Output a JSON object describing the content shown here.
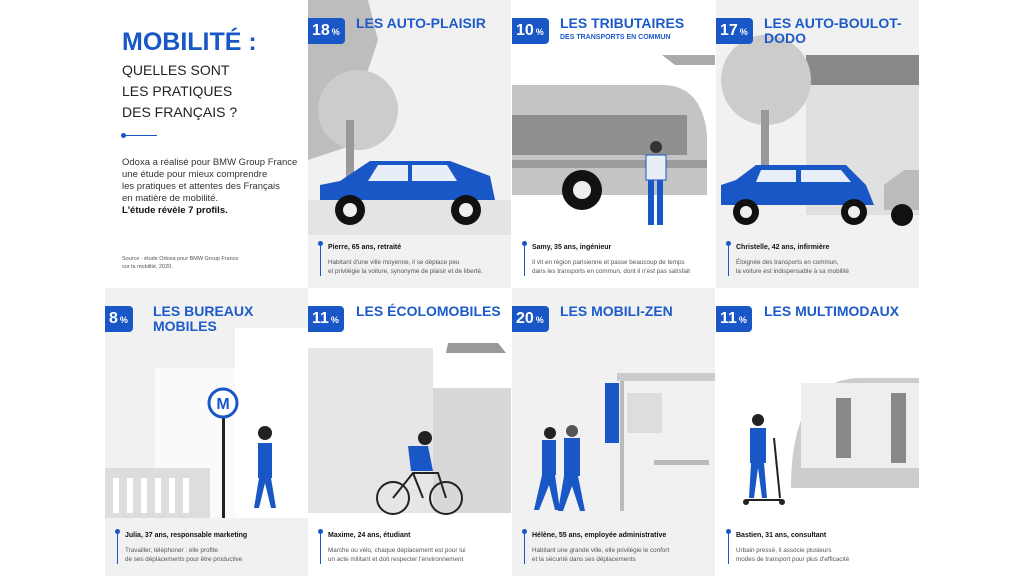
{
  "intro": {
    "title": "MOBILITÉ :",
    "subtitle_lines": [
      "QUELLES SONT",
      "LES PRATIQUES",
      "DES FRANÇAIS ?"
    ],
    "body_lines": [
      "Odoxa a réalisé pour BMW Group France",
      "une étude pour mieux comprendre",
      "les pratiques et attentes des Français",
      "en matière de mobilité."
    ],
    "body_bold": "L'étude révèle 7 profils.",
    "source_lines": [
      "Source : étude Odoxa pour BMW Group France",
      "sur la mobilité, 2020."
    ]
  },
  "percent_sign": "%",
  "accent_color": "#1957c6",
  "profiles": [
    {
      "pct": "18",
      "title": "LES AUTO-PLAISIR",
      "subtitle": "",
      "person": "Pierre, 65 ans, retraité",
      "desc": [
        "Habitant d'une ville moyenne, il se déplace peu",
        "et privilégie la voiture, synonyme de plaisir et de liberté."
      ]
    },
    {
      "pct": "10",
      "title": "LES TRIBUTAIRES",
      "subtitle": "DES TRANSPORTS EN COMMUN",
      "person": "Samy, 35 ans, ingénieur",
      "desc": [
        "Il vit en région parisienne et passe beaucoup de temps",
        "dans les transports en commun, dont il n'est pas satisfait"
      ]
    },
    {
      "pct": "17",
      "title": "LES AUTO-BOULOT-DODO",
      "subtitle": "",
      "person": "Christelle, 42 ans, infirmière",
      "desc": [
        "Éloignée des transports en commun,",
        "la voiture est indispensable à sa mobilité"
      ]
    },
    {
      "pct": "8",
      "title": "LES BUREAUX MOBILES",
      "subtitle": "",
      "person": "Julia, 37 ans, responsable marketing",
      "desc": [
        "Travailler, téléphoner : elle profite",
        "de ses déplacements pour être productive"
      ]
    },
    {
      "pct": "11",
      "title": "LES ÉCOLOMOBILES",
      "subtitle": "",
      "person": "Maxime, 24 ans, étudiant",
      "desc": [
        "Marche ou vélo, chaque déplacement est pour lui",
        "un acte militant et doit respecter l'environnement"
      ]
    },
    {
      "pct": "20",
      "title": "LES MOBILI-ZEN",
      "subtitle": "",
      "person": "Hélène, 55 ans, employée administrative",
      "desc": [
        "Habitant une grande ville, elle privilégie le confort",
        "et la sécurité dans ses déplacements"
      ]
    },
    {
      "pct": "11",
      "title": "LES MULTIMODAUX",
      "subtitle": "",
      "person": "Bastien, 31 ans, consultant",
      "desc": [
        "Urbain pressé, il associe plusieurs",
        "modes de transport pour plus d'efficacité"
      ]
    }
  ],
  "metro_sign": "M"
}
